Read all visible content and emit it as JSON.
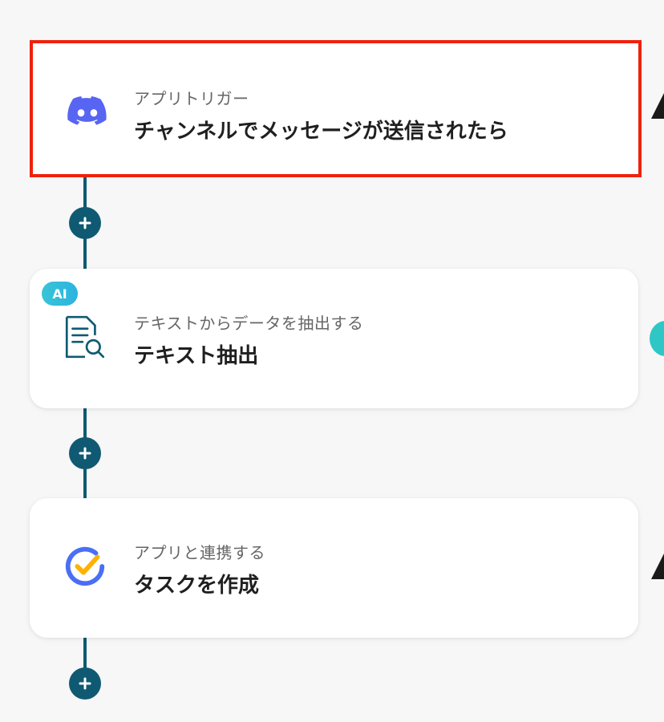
{
  "flow": {
    "steps": [
      {
        "subtitle": "アプリトリガー",
        "title": "チャンネルでメッセージが送信されたら",
        "icon": "discord-icon",
        "selected": true
      },
      {
        "subtitle": "テキストからデータを抽出する",
        "title": "テキスト抽出",
        "icon": "document-search-icon",
        "badge": "AI"
      },
      {
        "subtitle": "アプリと連携する",
        "title": "タスクを作成",
        "icon": "ticktick-check-icon"
      }
    ]
  },
  "colors": {
    "connector": "#0f5a72",
    "selected_border": "#f0210b",
    "discord": "#5865f2",
    "ai_badge": "#37c4d6",
    "ticktick_blue": "#4a6ef5",
    "ticktick_yellow": "#ffb000"
  }
}
